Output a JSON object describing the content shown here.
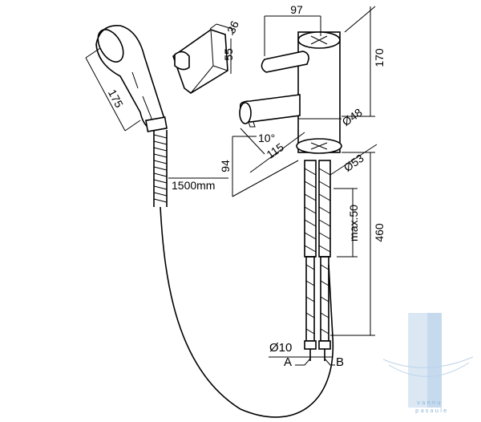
{
  "dimensions": {
    "handset_width": "36",
    "handset_height": "55",
    "hand_shower_length": "175",
    "spout_reach": "97",
    "faucet_height": "170",
    "body_diameter": "Ø48",
    "spout_angle": "10°",
    "spout_projection": "115",
    "spout_height": "94",
    "base_diameter": "Ø53",
    "hose_length": "1500mm",
    "max_deck": "max.50",
    "total_height": "460",
    "hose_diameter": "Ø10"
  },
  "labels": {
    "connection_a": "A",
    "connection_b": "B"
  },
  "watermark": {
    "line1": "vannu",
    "line2": "pasaule",
    "accent_color": "#c6daee"
  }
}
